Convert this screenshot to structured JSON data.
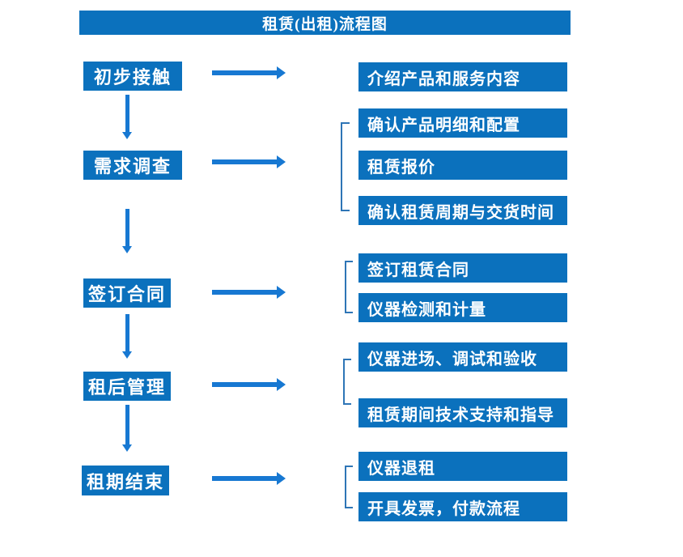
{
  "title": "租赁(出租)流程图",
  "colors": {
    "box": "#0b71bd",
    "arrow": "#1778d2",
    "bracket": "#2e75b6",
    "text": "#ffffff",
    "background": "#ffffff"
  },
  "steps": [
    {
      "label": "初步接触",
      "details": [
        "介绍产品和服务内容"
      ]
    },
    {
      "label": "需求调查",
      "details": [
        "确认产品明细和配置",
        "租赁报价",
        "确认租赁周期与交货时间"
      ]
    },
    {
      "label": "签订合同",
      "details": [
        "签订租赁合同",
        "仪器检测和计量"
      ]
    },
    {
      "label": "租后管理",
      "details": [
        "仪器进场、调试和验收",
        "租赁期间技术支持和指导"
      ]
    },
    {
      "label": "租期结束",
      "details": [
        "仪器退租",
        "开具发票，付款流程"
      ]
    }
  ]
}
